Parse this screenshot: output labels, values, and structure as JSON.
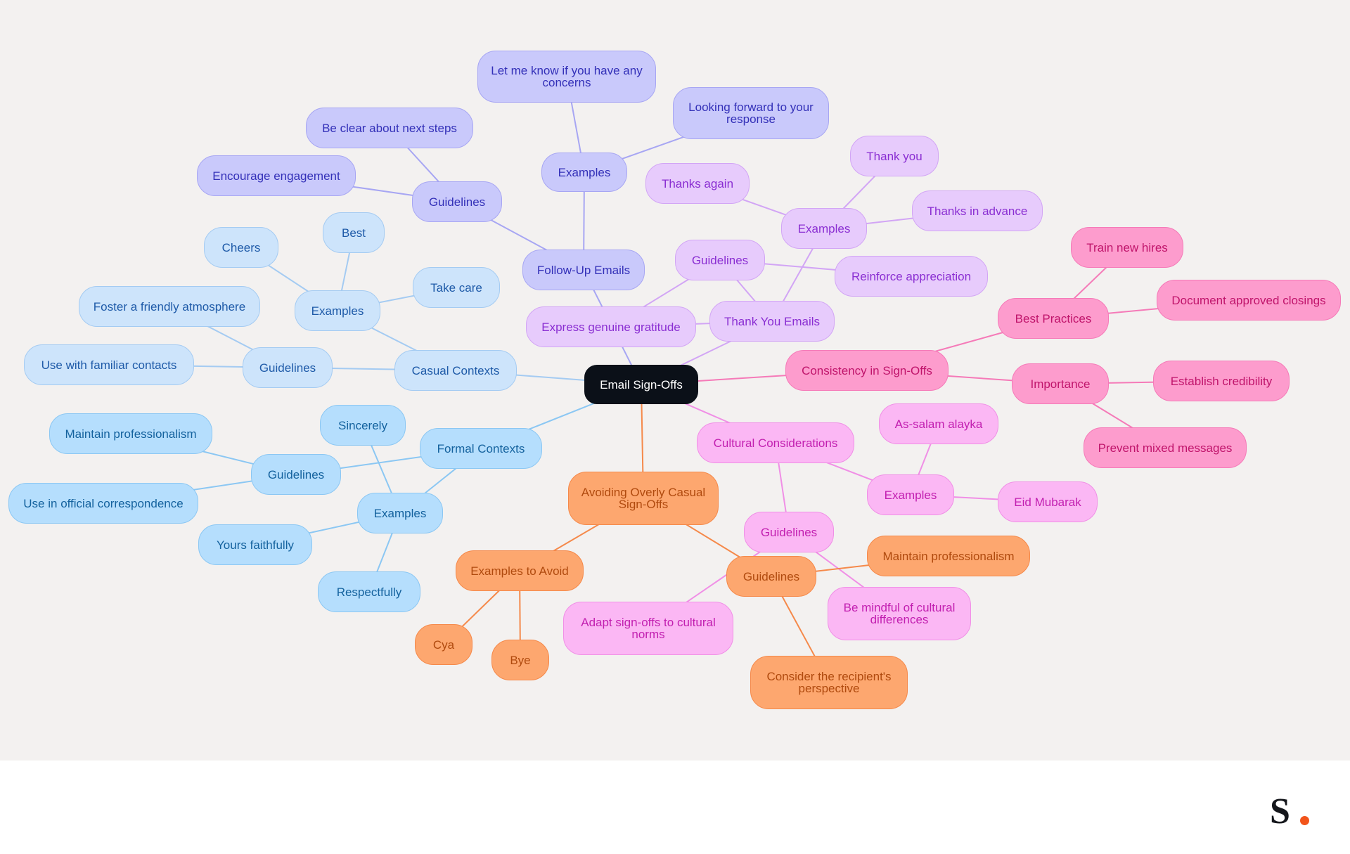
{
  "mindmap": {
    "root": "Email Sign-Offs",
    "branches": [
      {
        "label": "Follow-Up Emails",
        "color": "#a7a6f3",
        "children": [
          {
            "label": "Examples",
            "children": [
              "Let me know if you have any concerns",
              "Looking forward to your response"
            ]
          },
          {
            "label": "Guidelines",
            "children": [
              "Be clear about next steps",
              "Encourage engagement"
            ]
          }
        ]
      },
      {
        "label": "Casual Contexts",
        "color": "#a4cbf2",
        "children": [
          {
            "label": "Examples",
            "children": [
              "Cheers",
              "Best",
              "Take care"
            ]
          },
          {
            "label": "Guidelines",
            "children": [
              "Foster a friendly atmosphere",
              "Use with familiar contacts"
            ]
          }
        ]
      },
      {
        "label": "Formal Contexts",
        "color": "#8bc7f3",
        "children": [
          {
            "label": "Guidelines",
            "children": [
              "Maintain professionalism",
              "Use in official correspondence"
            ]
          },
          {
            "label": "Examples",
            "children": [
              "Sincerely",
              "Yours faithfully",
              "Respectfully"
            ]
          }
        ]
      },
      {
        "label": "Thank You Emails",
        "color": "#d2a5f5",
        "children": [
          {
            "label": "Express genuine gratitude",
            "children": []
          },
          {
            "label": "Guidelines",
            "children": [
              "Reinforce appreciation"
            ]
          },
          {
            "label": "Examples",
            "children": [
              "Thank you",
              "Thanks again",
              "Thanks in advance"
            ]
          }
        ]
      },
      {
        "label": "Consistency in Sign-Offs",
        "color": "#f57ab8",
        "children": [
          {
            "label": "Best Practices",
            "children": [
              "Train new hires",
              "Document approved closings"
            ]
          },
          {
            "label": "Importance",
            "children": [
              "Establish credibility",
              "Prevent mixed messages"
            ]
          }
        ]
      },
      {
        "label": "Cultural Considerations",
        "color": "#f08fe6",
        "children": [
          {
            "label": "Examples",
            "children": [
              "As-salam alayka",
              "Eid Mubarak"
            ]
          },
          {
            "label": "Guidelines",
            "children": [
              "Adapt sign-offs to cultural norms",
              "Be mindful of cultural differences"
            ]
          }
        ]
      },
      {
        "label": "Avoiding Overly Casual Sign-Offs",
        "color": "#f5894a",
        "children": [
          {
            "label": "Examples to Avoid",
            "children": [
              "Cya",
              "Bye"
            ]
          },
          {
            "label": "Guidelines",
            "children": [
              "Maintain professionalism",
              "Consider the recipient's perspective"
            ]
          }
        ]
      }
    ]
  },
  "brand": {
    "logo_text": "S"
  }
}
